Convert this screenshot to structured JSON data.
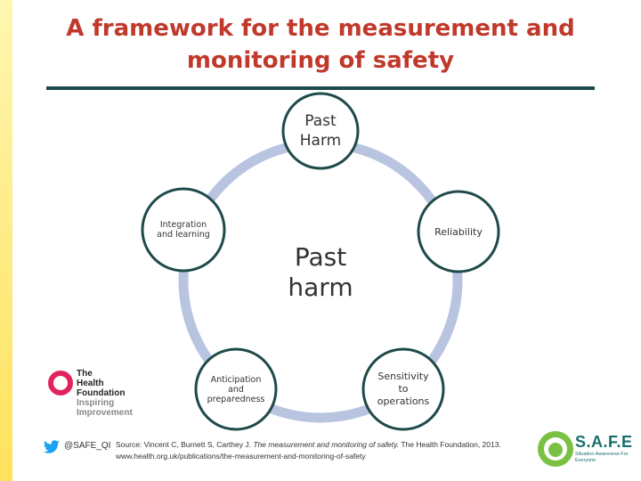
{
  "title": "A framework for the measurement and monitoring of safety",
  "diagram": {
    "center": "Past harm",
    "nodes": [
      {
        "id": "past-harm",
        "label": "Past Harm"
      },
      {
        "id": "reliability",
        "label": "Reliability"
      },
      {
        "id": "sensitivity",
        "label": "Sensitivity to operations"
      },
      {
        "id": "anticipation",
        "label": "Anticipation and preparedness"
      },
      {
        "id": "integration",
        "label": "Integration and learning"
      }
    ],
    "colors": {
      "ring": "#b8c4e0",
      "node_border": "#1f4a4a"
    }
  },
  "footer": {
    "health_foundation": {
      "line1": "The",
      "line2": "Health",
      "line3": "Foundation",
      "line4": "Inspiring",
      "line5": "Improvement"
    },
    "twitter_handle": "@SAFE_QI",
    "source_prefix": "Source: Vincent C, Burnett S, Carthey J. ",
    "source_title": "The measurement and monitoring of safety.",
    "source_suffix": " The Health Foundation, 2013.",
    "source_url": "www.health.org.uk/publications/the-measurement-and-monitoring-of-safety",
    "safe_name": "S.A.F.E",
    "safe_tagline": "Situation Awareness For Everyone"
  }
}
